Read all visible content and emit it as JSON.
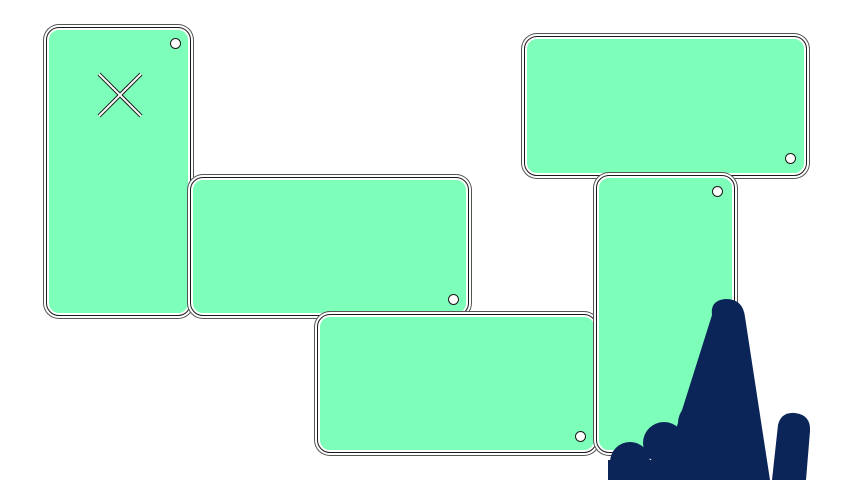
{
  "game": {
    "colors": {
      "tile_fill": "#7dffb9",
      "hand": "#0b2559"
    },
    "tiles": [
      {
        "id": "tall-left",
        "orientation": "vertical",
        "has_x_mark": true
      },
      {
        "id": "middle-left",
        "orientation": "horizontal",
        "has_x_mark": false
      },
      {
        "id": "bottom-middle",
        "orientation": "horizontal",
        "has_x_mark": false
      },
      {
        "id": "top-right",
        "orientation": "horizontal",
        "has_x_mark": false
      },
      {
        "id": "tall-right",
        "orientation": "vertical",
        "has_x_mark": false
      }
    ],
    "icons": {
      "close": "close-icon",
      "pointer": "pointing-hand-icon"
    }
  }
}
